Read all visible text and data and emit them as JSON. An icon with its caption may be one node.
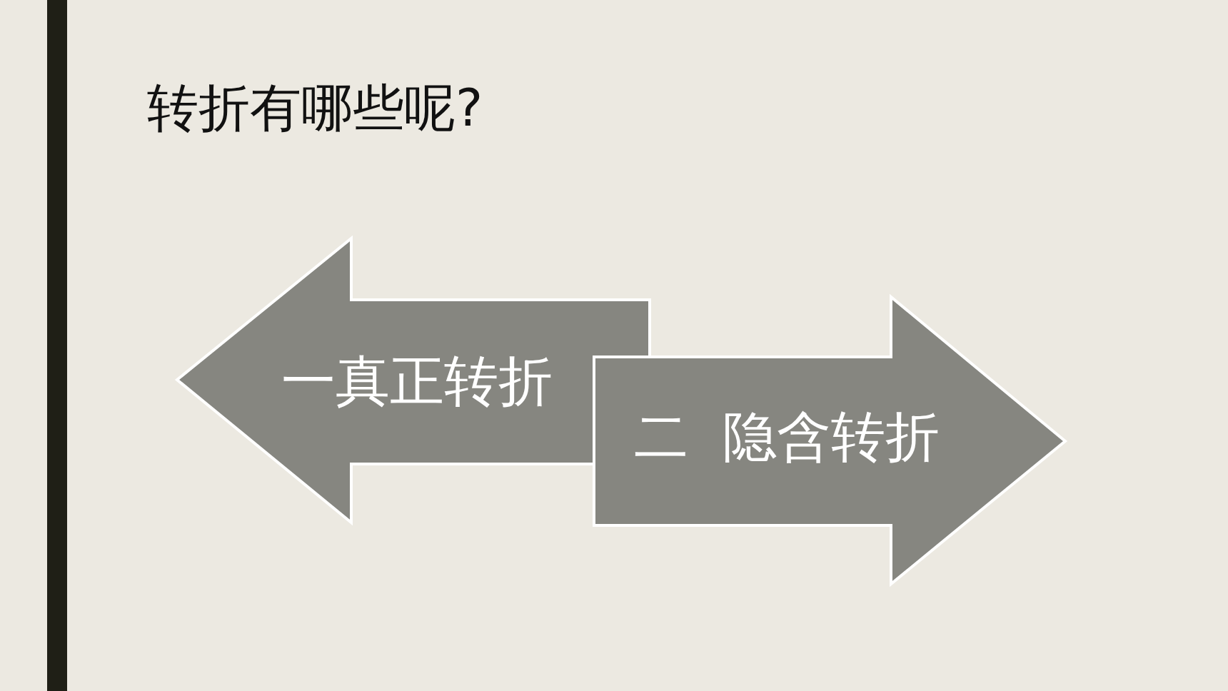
{
  "diagram": {
    "title": "转折有哪些呢?",
    "nodes": [
      {
        "text": [
          "一真正转折"
        ]
      },
      {
        "text": [
          "二  隐含转折"
        ]
      }
    ]
  }
}
